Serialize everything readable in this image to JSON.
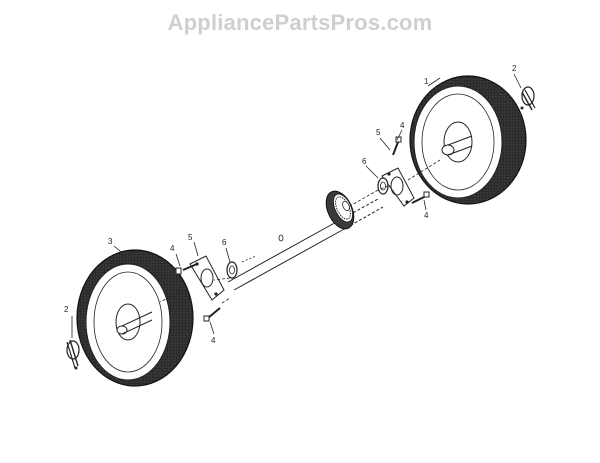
{
  "watermark": "AppliancePartsPros.com",
  "callouts": {
    "wheel_right": "1",
    "pin_right": "2",
    "pin_left": "2",
    "wheel_left": "3",
    "bolt_right_top": "4",
    "bolt_right_bottom": "4",
    "bolt_left_top": "4",
    "bolt_left_bottom": "4",
    "bracket_right": "5",
    "bracket_left": "5",
    "washer_right": "6",
    "washer_left": "6"
  },
  "colors": {
    "line": "#222222",
    "tire": "#2a2a2a",
    "rim": "#ffffff",
    "watermark": "#cfcfcf"
  }
}
